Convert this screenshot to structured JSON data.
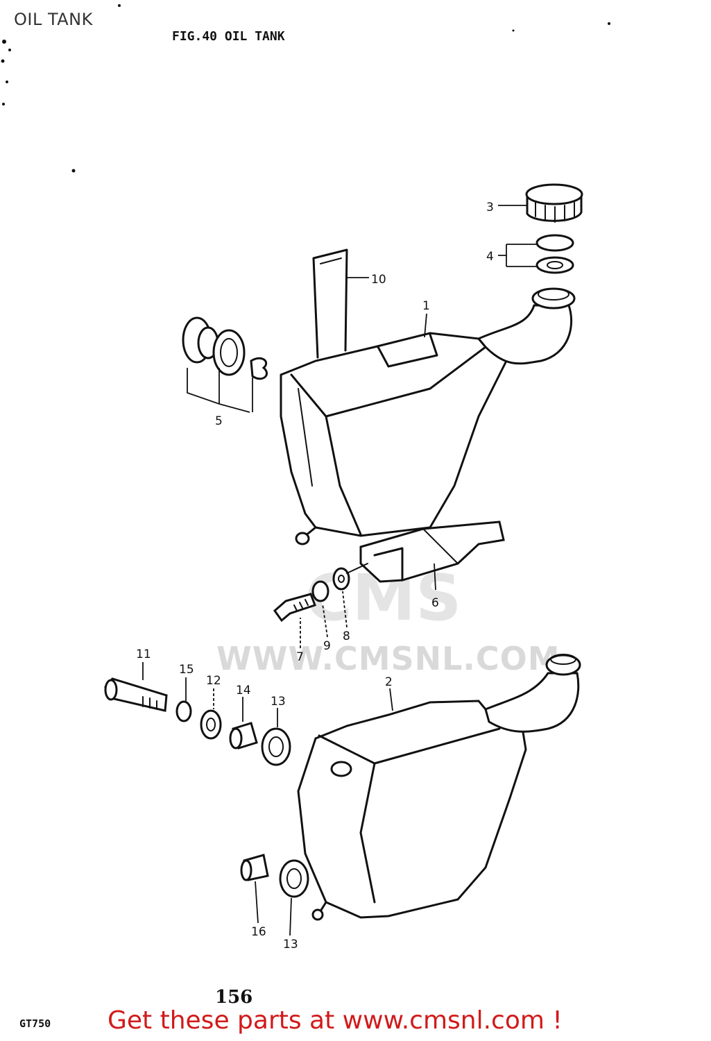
{
  "page": {
    "title": "OIL TANK",
    "figure_caption": "FIG.40 OIL TANK",
    "page_number": "156",
    "model_code": "GT750",
    "promo_text": "Get these parts at www.cmsnl.com !",
    "watermark_url": "WWW.CMSNL.COM",
    "watermark_logo": "CMS"
  },
  "callouts": {
    "c1": "1",
    "c2": "2",
    "c3": "3",
    "c4": "4",
    "c5": "5",
    "c6": "6",
    "c7": "7",
    "c8": "8",
    "c9": "9",
    "c10": "10",
    "c11": "11",
    "c12": "12",
    "c13a": "13",
    "c13b": "13",
    "c14": "14",
    "c15": "15",
    "c16": "16"
  },
  "colors": {
    "promo": "#d11a1a",
    "watermark": "#d9d9d9",
    "line": "#111111"
  }
}
